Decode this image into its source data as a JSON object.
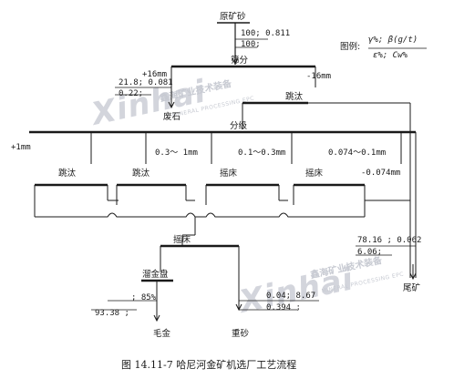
{
  "nodes": {
    "raw_ore": "原矿砂",
    "screening": "筛分",
    "jig_1": "跳汰",
    "classify": "分级",
    "jig_a": "跳汰",
    "jig_b": "跳汰",
    "table_a": "摇床",
    "table_b": "摇床",
    "table_c": "摇床",
    "sluice": "溜金盘",
    "gold": "毛金",
    "heavy_sand": "重砂",
    "waste_rock": "废石",
    "tailings": "尾矿"
  },
  "flows": {
    "plus16": "+16mm",
    "minus16": "-16mm",
    "plus1": "+1mm",
    "r1": "0.3～ 1mm",
    "r2": "0.1～0.3mm",
    "r3": "0.074～0.1mm",
    "minus074": "-0.074mm"
  },
  "indices": {
    "raw_a": "100; 0.811",
    "raw_b": "100;",
    "waste_a": "21.8;  0.081",
    "waste_b": "0.22;",
    "tail_a": "78.16 ; 0.062",
    "tail_b": "6.06;",
    "gold_a": "; 85%",
    "gold_b": "93.38 ;",
    "heavy_a": "0.04;  8.67",
    "heavy_b": "0.394 ;"
  },
  "legend": {
    "label": "图例:",
    "top": "γ%; β(g/t)",
    "bottom": "ε%; Cw%"
  },
  "caption": "图 14.11-7   哈尼河金矿机选厂工艺流程",
  "watermark": {
    "logo_1": "Xinhai",
    "cn_1": "鑫海矿业技术装备",
    "en_1": "MINERAL PROCESSING EPC",
    "logo_2": "Xinhai",
    "cn_2": "鑫海矿业技术装备",
    "en_2": "MINERAL PROCESSING EPC"
  },
  "colors": {
    "ink": "#1a1a1a",
    "watermark": "#c9ccd4"
  }
}
